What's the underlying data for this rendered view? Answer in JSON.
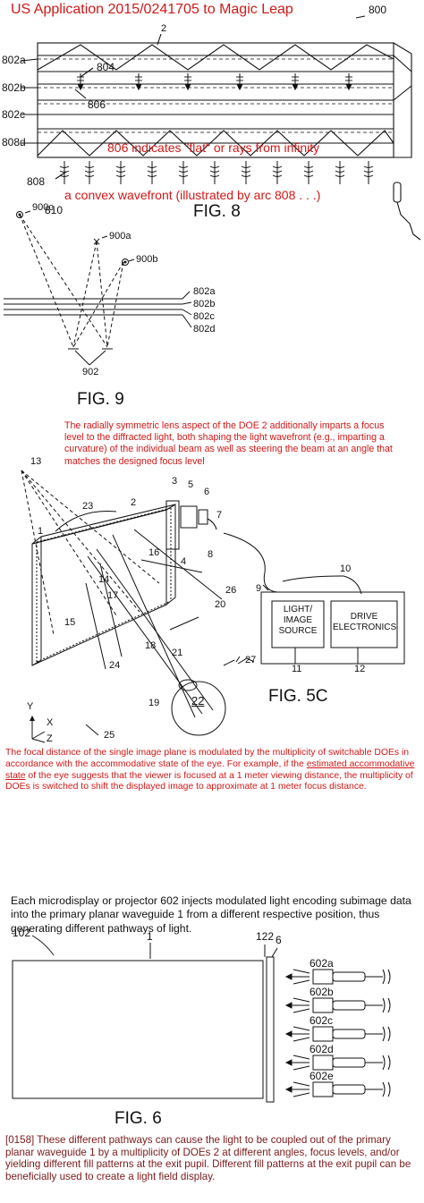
{
  "title": "US  Application 2015/0241705  to Magic Leap",
  "fig8": {
    "caption": "FIG. 8",
    "ref_800": "800",
    "ref_2": "2",
    "ref_802a": "802a",
    "ref_802b": "802b",
    "ref_802c": "802c",
    "ref_808d": "808d",
    "ref_804": "804",
    "ref_806": "806",
    "ref_808": "808",
    "ref_810": "810",
    "note_flat": "806 indicates \"flat\" or rays from infinity",
    "note_convex": "a convex wavefront (illustrated by arc 808 . . .)"
  },
  "fig9": {
    "caption": "FIG. 9",
    "ref_900a": "900a",
    "ref_900b": "900b",
    "ref_900c": "900c",
    "ref_802a": "802a",
    "ref_802b": "802b",
    "ref_802c": "802c",
    "ref_802d": "802d",
    "ref_902": "902"
  },
  "lens_note": "The radially symmetric lens aspect of the DOE 2 additionally imparts a focus level to the diffracted light, both shaping the light wavefront (e.g., imparting a curvature) of the individual beam as well as steering the beam at an angle that matches the designed focus level",
  "fig5c": {
    "caption": "FIG. 5C",
    "light_source": "LIGHT/ IMAGE SOURCE",
    "drive_electronics": "DRIVE ELECTRONICS",
    "eye_label": "22",
    "refs": [
      "13",
      "3",
      "5",
      "6",
      "7",
      "8",
      "2",
      "23",
      "1",
      "16",
      "4",
      "14",
      "17",
      "26",
      "20",
      "15",
      "18",
      "24",
      "21",
      "27",
      "19",
      "25",
      "9",
      "10",
      "11",
      "12"
    ],
    "axis_y": "Y",
    "axis_x": "X",
    "axis_z": "Z"
  },
  "focal_note": {
    "part1": "The focal distance of the single image plane is modulated by the multiplicity of switchable DOEs in accordance with the accommodative state of the eye. For example, if the ",
    "link": "estimated accommodative state",
    "part2": " of the eye suggests that the viewer is focused at a 1 meter viewing distance, the multiplicity of DOEs is switched to shift the displayed image to approximate at 1 meter focus distance."
  },
  "microdisplay_note": "Each microdisplay or projector 602 injects modulated light encoding subimage data into the primary planar waveguide 1 from a different respective position, thus generating different pathways of light.",
  "fig6": {
    "caption": "FIG. 6",
    "ref_102": "102",
    "ref_1": "1",
    "ref_122": "122",
    "ref_6": "6",
    "projectors": [
      "602a",
      "602b",
      "602c",
      "602d",
      "602e"
    ]
  },
  "paragraph_0158": "[0158]  These different pathways can cause the light to be coupled out of the primary planar waveguide 1 by a multiplicity of DOEs 2 at different angles, focus levels, and/or yielding different fill patterns at the exit pupil. Different fill patterns at the exit pupil can be beneficially used to create a light field display."
}
